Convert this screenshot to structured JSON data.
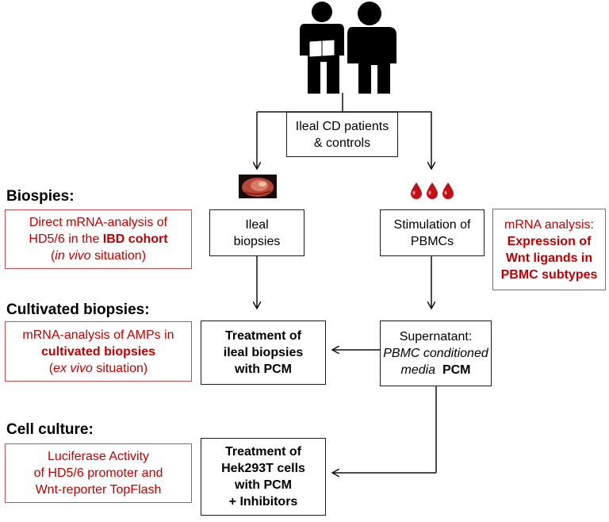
{
  "top_box": {
    "line1": "Ileal CD patients",
    "line2": "& controls"
  },
  "sections": {
    "biopsies": "Biospies:",
    "cultivated": "Cultivated biopsies:",
    "cell_culture": "Cell culture:"
  },
  "left_boxes": {
    "b1": {
      "l1": "Direct mRNA-analysis of",
      "l2_pre": "HD5/6 in the ",
      "l2_bold": "IBD cohort",
      "l3_open": "(",
      "l3_ital": "in vivo",
      "l3_rest": " situation)"
    },
    "b2": {
      "l1": "mRNA-analysis of AMPs  in",
      "l2_bold": "cultivated biopsies",
      "l3_open": "(",
      "l3_ital": "ex vivo",
      "l3_rest": " situation)"
    },
    "b3": {
      "l1": "Luciferase Activity",
      "l2": "of HD5/6 promoter and",
      "l3": "Wnt-reporter TopFlash"
    }
  },
  "center_boxes": {
    "ileal": {
      "l1": "Ileal",
      "l2": "biopsies"
    },
    "treat_biopsies": {
      "l1": "Treatment of",
      "l2": "ileal biopsies",
      "l3": "with PCM"
    },
    "treat_cells": {
      "l1": "Treatment of",
      "l2": "Hek293T cells",
      "l3": "with PCM",
      "l4": "+ Inhibitors"
    }
  },
  "right_boxes": {
    "stimulation": {
      "l1": "Stimulation of",
      "l2": "PBMCs"
    },
    "supernatant": {
      "l1": "Supernatant:",
      "l2_ital": "PBMC conditioned",
      "l3_ital": "media",
      "l3_bold": "PCM"
    },
    "mrna_analysis": {
      "l1": "mRNA analysis:",
      "l2_bold": "Expression of",
      "l3_bold": "Wnt ligands in",
      "l4_bold": "PBMC subtypes"
    }
  },
  "colors": {
    "accent_red": "#c00000",
    "red_border": "#c0504d",
    "blood": "#c0101a"
  },
  "icons": [
    "people-icon",
    "endoscopy-image",
    "blood-drops-icon"
  ]
}
